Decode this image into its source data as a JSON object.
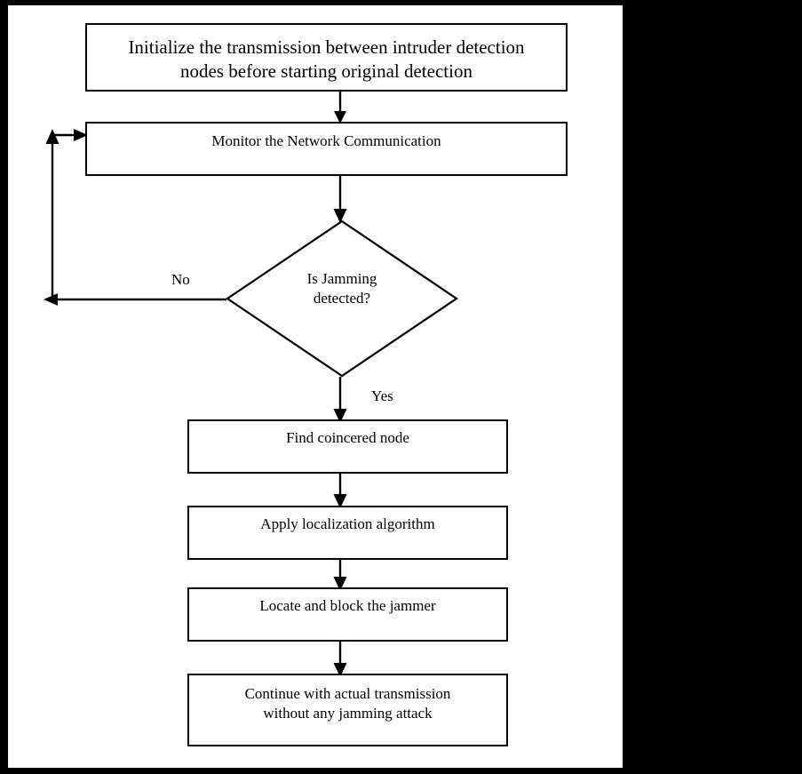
{
  "figure": {
    "type": "flowchart",
    "orientation": "top-to-bottom",
    "background_color": "#000000",
    "paper_color": "#ffffff",
    "line_color": "#000000",
    "text_color": "#000000"
  },
  "nodes": [
    {
      "id": "init",
      "shape": "process",
      "line1": "Initialize the transmission between intruder detection",
      "line2": "nodes before starting original detection",
      "text": "Initialize the transmission between intruder detection nodes before starting original detection"
    },
    {
      "id": "monitor",
      "shape": "process",
      "line1": "Monitor the Network Communication",
      "text": "Monitor the Network Communication"
    },
    {
      "id": "decision",
      "shape": "decision",
      "line1": "Is Jamming",
      "line2": "detected?",
      "text": "Is Jamming detected?"
    },
    {
      "id": "find",
      "shape": "process",
      "line1": "Find coincered node",
      "text": "Find coincered node"
    },
    {
      "id": "localize",
      "shape": "process",
      "line1": "Apply localization algorithm",
      "text": "Apply localization algorithm"
    },
    {
      "id": "block",
      "shape": "process",
      "line1": "Locate and block the jammer",
      "text": "Locate and block the jammer"
    },
    {
      "id": "continue",
      "shape": "process",
      "line1": "Continue with actual transmission",
      "line2": "without any jamming attack",
      "text": "Continue with actual transmission without any jamming attack"
    }
  ],
  "edges": [
    {
      "from": "init",
      "to": "monitor",
      "label": ""
    },
    {
      "from": "monitor",
      "to": "decision",
      "label": ""
    },
    {
      "from": "decision",
      "to": "monitor",
      "label": "No"
    },
    {
      "from": "decision",
      "to": "find",
      "label": "Yes"
    },
    {
      "from": "find",
      "to": "localize",
      "label": ""
    },
    {
      "from": "localize",
      "to": "block",
      "label": ""
    },
    {
      "from": "block",
      "to": "continue",
      "label": ""
    }
  ],
  "labels": {
    "no": "No",
    "yes": "Yes"
  }
}
